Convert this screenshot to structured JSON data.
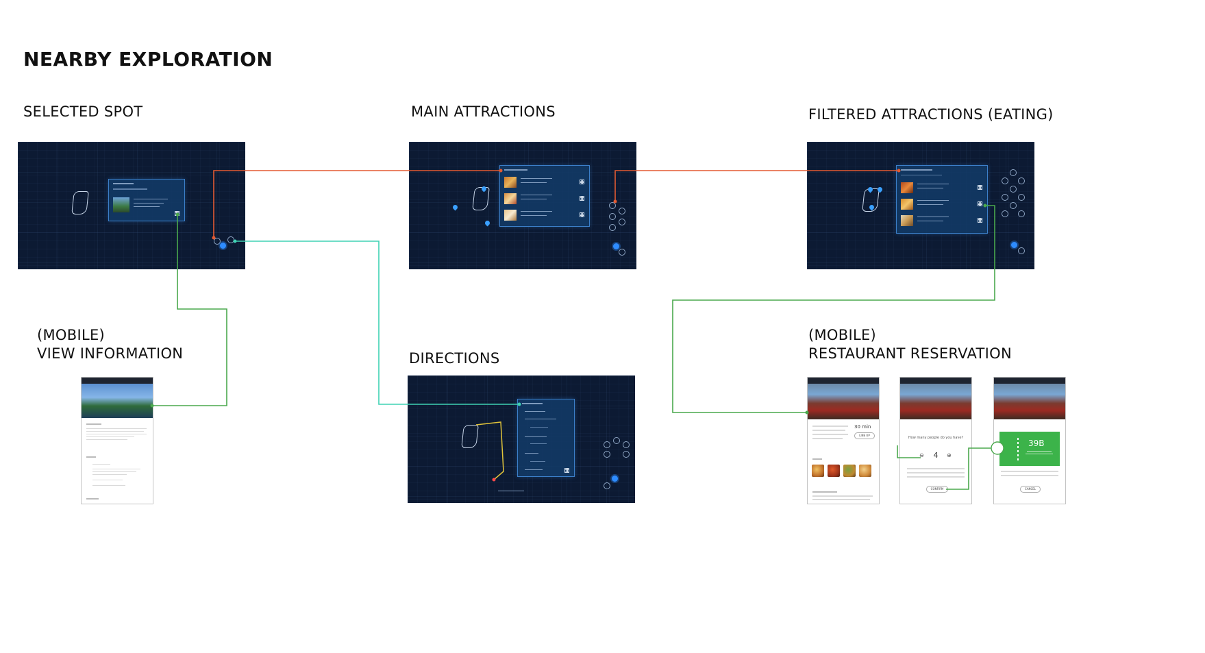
{
  "page_title": "NEARBY EXPLORATION",
  "labels": {
    "selected_spot": "SELECTED SPOT",
    "main_attractions": "MAIN ATTRACTIONS",
    "filtered_attractions": "FILTERED ATTRACTIONS (EATING)",
    "mobile_view_line1": "(MOBILE)",
    "mobile_view_line2": "VIEW INFORMATION",
    "directions": "DIRECTIONS",
    "mobile_reservation_line1": "(MOBILE)",
    "mobile_reservation_line2": "RESTAURANT RESERVATION"
  },
  "mobile_reservation": {
    "wait_time": "30 min",
    "line_up_button": "LINE UP",
    "party_question": "How many people do you have?",
    "party_count": "4",
    "confirm_button": "CONFIRM",
    "ticket_number": "39B",
    "cancel_button": "CANCEL"
  },
  "colors": {
    "selection_wire": "#e35a32",
    "direction_wire": "#3fd2b4",
    "mobile_wire": "#4aa84d",
    "map_background": "#0c1a33",
    "ticket_green": "#3cb34a"
  }
}
